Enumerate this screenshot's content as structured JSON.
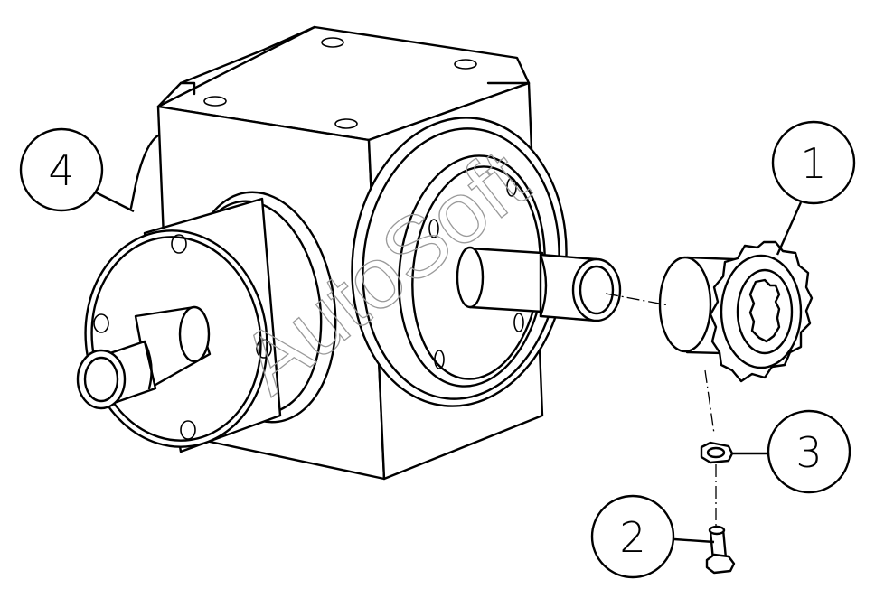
{
  "callouts": [
    {
      "id": "1",
      "label": "1"
    },
    {
      "id": "2",
      "label": "2"
    },
    {
      "id": "3",
      "label": "3"
    },
    {
      "id": "4",
      "label": "4"
    }
  ],
  "watermark": {
    "text": "AutoSoft"
  },
  "colors": {
    "line": "#000000",
    "background": "#ffffff",
    "watermark": "#9a9a9a"
  }
}
